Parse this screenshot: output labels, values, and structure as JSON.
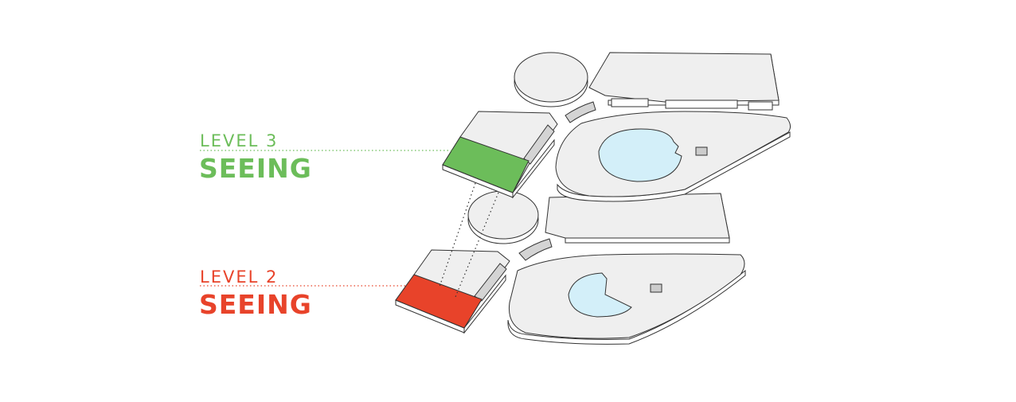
{
  "levels": {
    "upper": {
      "number_label": "LEVEL 3",
      "name_label": "SEEING",
      "color": "#6cbd5a"
    },
    "lower": {
      "number_label": "LEVEL 2",
      "name_label": "SEEING",
      "color": "#e8432a"
    }
  },
  "colors": {
    "floor": "#efefef",
    "outline": "#333333",
    "pool": "#d3eff9"
  }
}
